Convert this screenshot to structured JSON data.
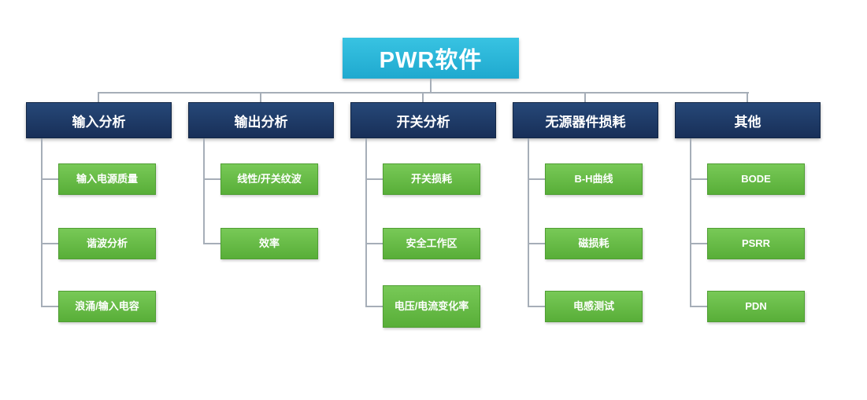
{
  "root": {
    "label": "PWR软件"
  },
  "columns": [
    {
      "title": "输入分析",
      "children": [
        {
          "label": "输入电源质量"
        },
        {
          "label": "谐波分析"
        },
        {
          "label": "浪涌/输入电容"
        }
      ]
    },
    {
      "title": "输出分析",
      "children": [
        {
          "label": "线性/开关纹波"
        },
        {
          "label": "效率"
        }
      ]
    },
    {
      "title": "开关分析",
      "children": [
        {
          "label": "开关损耗"
        },
        {
          "label": "安全工作区"
        },
        {
          "label": "电压/电流变化率"
        }
      ]
    },
    {
      "title": "无源器件损耗",
      "children": [
        {
          "label": "B-H曲线"
        },
        {
          "label": "磁损耗"
        },
        {
          "label": "电感测试"
        }
      ]
    },
    {
      "title": "其他",
      "children": [
        {
          "label": "BODE"
        },
        {
          "label": "PSRR"
        },
        {
          "label": "PDN"
        }
      ]
    }
  ],
  "colors": {
    "root_bg": "#29b4d6",
    "branch_bg": "#1e3a66",
    "leaf_bg": "#66bb44",
    "connector": "#a6aeb8",
    "text": "#ffffff"
  }
}
